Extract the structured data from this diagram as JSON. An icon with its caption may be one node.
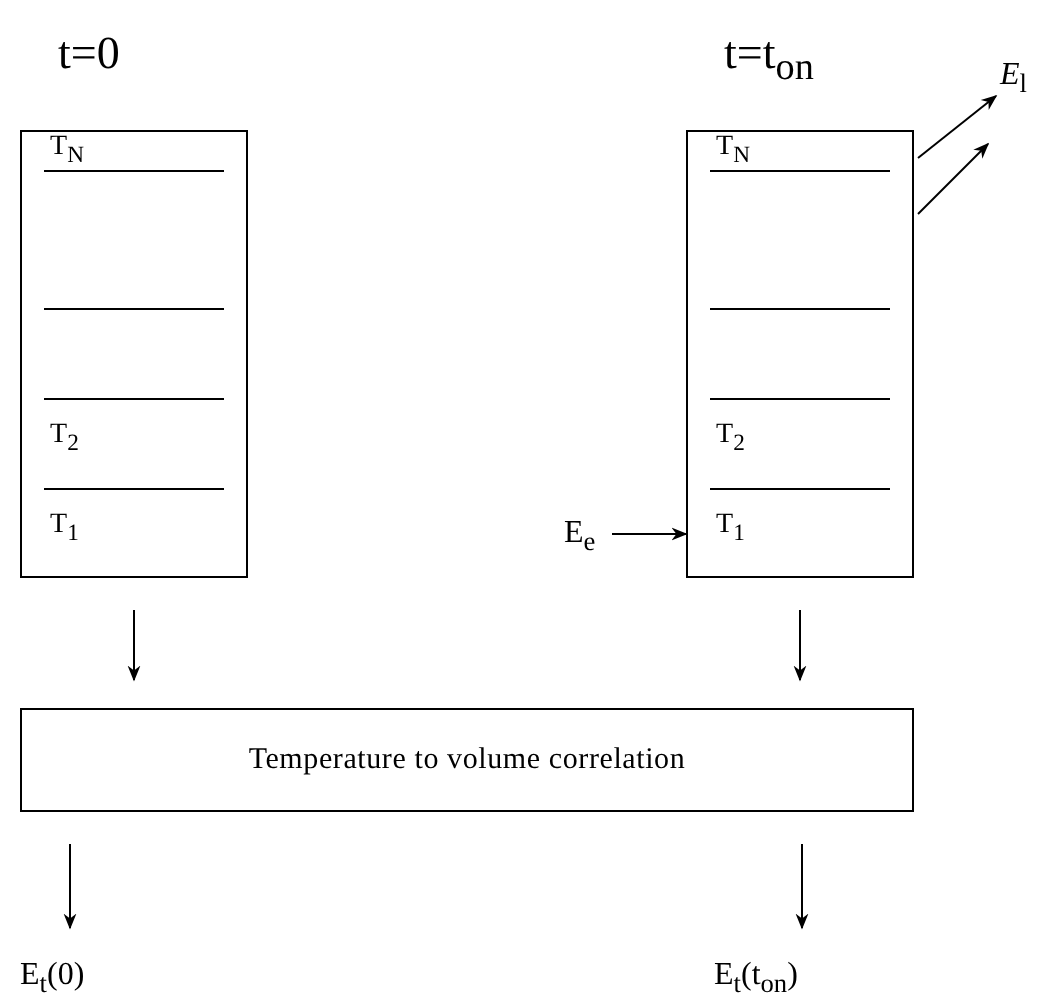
{
  "diagram": {
    "nodes": [
      {
        "text": [
          "t=0",
          "T$_{N}$",
          "T$_{2}$",
          "T$_{1}$"
        ]
      },
      {
        "text": [
          "t=t$_{on}$",
          "T$_{N}$",
          "T$_{2}$",
          "T$_{1}$"
        ]
      },
      {
        "text": [
          "E$_{e}$"
        ]
      },
      {
        "text": [
          "*E*$_{l}$"
        ]
      },
      {
        "text": [
          "Temperature to volume correlation"
        ]
      },
      {
        "text": [
          "E$_{t}$(0)"
        ]
      },
      {
        "text": [
          "E$_{t}$(t$_{on}$)"
        ]
      }
    ],
    "edges": [
      {
        "from": 2,
        "to": 1,
        "arrow": "to"
      },
      {
        "from": 1,
        "to": 3,
        "arrow": "to"
      },
      {
        "from": 1,
        "to": 3,
        "arrow": "to"
      },
      {
        "from": 0,
        "to": 4,
        "arrow": "to"
      },
      {
        "from": 1,
        "to": 4,
        "arrow": "to"
      },
      {
        "from": 4,
        "to": 5,
        "arrow": "to"
      },
      {
        "from": 4,
        "to": 6,
        "arrow": "to"
      }
    ]
  }
}
